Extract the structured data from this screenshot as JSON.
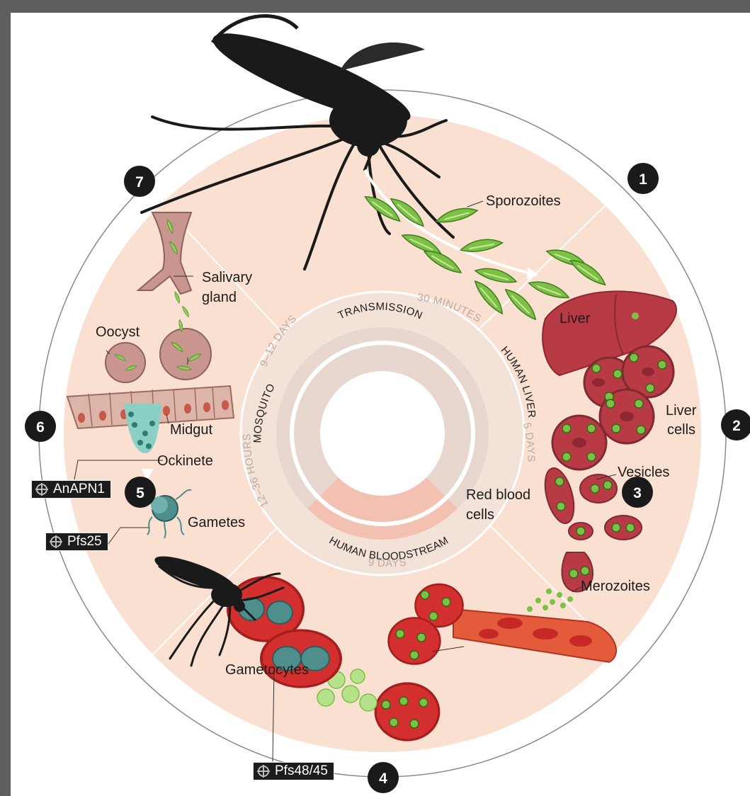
{
  "steps": [
    "1",
    "2",
    "3",
    "4",
    "5",
    "6",
    "7"
  ],
  "stages": {
    "transmission": "TRANSMISSION",
    "liver": "HUMAN LIVER",
    "bloodstream": "HUMAN BLOODSTREAM",
    "mosquito": "MOSQUITO"
  },
  "durations": {
    "transmission": "30 MINUTES",
    "liver": "5 DAYS",
    "bloodstream": "9 DAYS",
    "mosquito_short": "12–36 HOURS",
    "mosquito_long": "9–12 DAYS"
  },
  "labels": {
    "sporozoites": "Sporozoites",
    "liver": "Liver",
    "liver_cells_1": "Liver",
    "liver_cells_2": "cells",
    "vesicles": "Vesicles",
    "merozoites": "Merozoites",
    "red_blood_1": "Red blood",
    "red_blood_2": "cells",
    "gametocytes": "Gametocytes",
    "gametes": "Gametes",
    "ockinete": "Ockinete",
    "midgut": "Midgut",
    "oocyst": "Oocyst",
    "salivary_1": "Salivary",
    "salivary_2": "gland"
  },
  "targets": [
    "AnAPN1",
    "Pfs25",
    "Pfs48/45"
  ],
  "colors": {
    "background": "#5f5f5f",
    "panel": "#ffffff",
    "disc": "#f9e0d0",
    "ring": "#e8d7cf",
    "bloodstream_segment": "#f3c1b1",
    "parasite_green": "#7cc144",
    "blood_red": "#d32f2f",
    "liver_red": "#b83a44",
    "tissue_pink": "#c9958f"
  }
}
